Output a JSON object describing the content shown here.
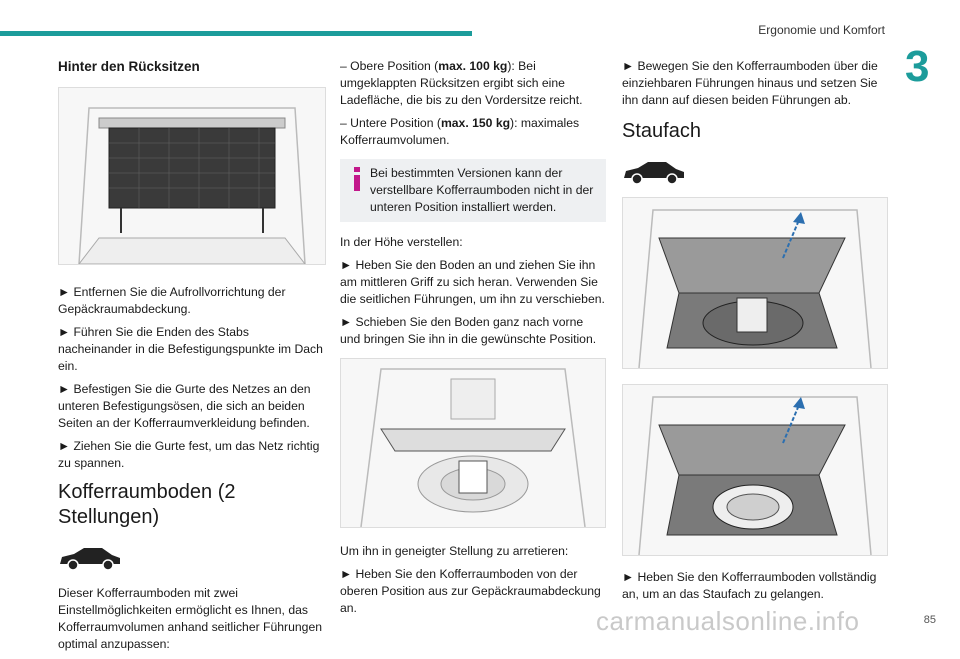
{
  "header": {
    "title": "Ergonomie und Komfort",
    "chapter": "3"
  },
  "col1": {
    "subtitle": "Hinter den Rücksitzen",
    "steps": [
      "► Entfernen Sie die Aufrollvorrichtung der Gepäckraumabdeckung.",
      "► Führen Sie die Enden des Stabs nacheinander in die Befestigungspunkte im Dach ein.",
      "► Befestigen Sie die Gurte des Netzes an den unteren Befestigungsösen, die sich an beiden Seiten an der Kofferraumverkleidung befinden.",
      "► Ziehen Sie die Gurte fest, um das Netz richtig zu spannen."
    ],
    "heading": "Kofferraumboden (2 Stellungen)",
    "intro": "Dieser Kofferraumboden mit zwei Einstellmöglichkeiten ermöglicht es Ihnen, das Kofferraumvolumen anhand seitlicher Führungen optimal anzupassen:"
  },
  "col2": {
    "pos_upper_pre": "– Obere Position (",
    "pos_upper_bold": "max. 100 kg",
    "pos_upper_post": "): Bei umgeklappten Rücksitzen ergibt sich eine Ladefläche, die bis zu den Vordersitze reicht.",
    "pos_lower_pre": "– Untere Position (",
    "pos_lower_bold": "max. 150 kg",
    "pos_lower_post": "): maximales Kofferraumvolumen.",
    "info": "Bei bestimmten Versionen kann der verstellbare Kofferraumboden nicht in der unteren Position installiert werden.",
    "adjust_title": "In der Höhe verstellen:",
    "adjust_steps": [
      "► Heben Sie den Boden an und ziehen Sie ihn am mittleren Griff zu sich heran. Verwenden Sie die seitlichen Führungen, um ihn zu verschieben.",
      "► Schieben Sie den Boden ganz nach vorne und bringen Sie ihn in die gewünschte Position."
    ],
    "lock_title": "Um ihn in geneigter Stellung zu arretieren:",
    "lock_steps": [
      "► Heben Sie den Kofferraumboden von der oberen Position aus zur Gepäckraumabdeckung an."
    ]
  },
  "col3": {
    "step_top": "► Bewegen Sie den Kofferraumboden über die einziehbaren Führungen hinaus und setzen Sie ihn dann auf diesen beiden Führungen ab.",
    "heading": "Staufach",
    "step_bottom": "► Heben Sie den Kofferraumboden vollständig an, um an das Staufach zu gelangen."
  },
  "footer": {
    "page": "85"
  },
  "watermark": "carmanualsonline.info",
  "colors": {
    "accent": "#1c9c9b",
    "info_bg": "#eef0f2"
  }
}
